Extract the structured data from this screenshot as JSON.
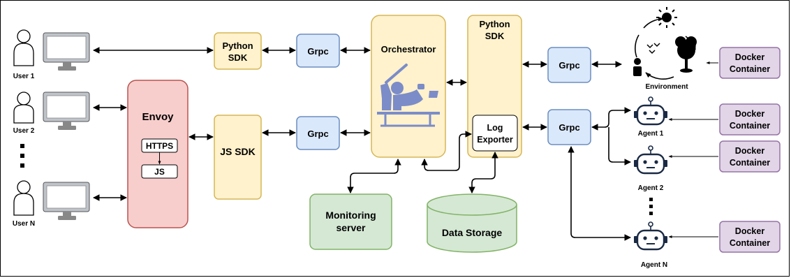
{
  "users": [
    {
      "label": "User 1"
    },
    {
      "label": "User 2"
    },
    {
      "label": "User N"
    }
  ],
  "envoy": {
    "title": "Envoy",
    "https": "HTTPS",
    "js": "JS"
  },
  "python_sdk_left": {
    "line1": "Python",
    "line2": "SDK"
  },
  "js_sdk": {
    "label": "JS SDK"
  },
  "grpc_top": {
    "label": "Grpc"
  },
  "grpc_mid": {
    "label": "Grpc"
  },
  "orchestrator": {
    "label": "Orchestrator"
  },
  "python_sdk_right": {
    "line1": "Python",
    "line2": "SDK"
  },
  "log_exporter": {
    "line1": "Log",
    "line2": "Exporter"
  },
  "grpc_env": {
    "label": "Grpc"
  },
  "grpc_agents": {
    "label": "Grpc"
  },
  "environment": {
    "label": "Environment"
  },
  "agents": [
    {
      "label": "Agent 1"
    },
    {
      "label": "Agent 2"
    },
    {
      "label": "Agent N"
    }
  ],
  "docker": [
    {
      "line1": "Docker",
      "line2": "Container"
    },
    {
      "line1": "Docker",
      "line2": "Container"
    },
    {
      "line1": "Docker",
      "line2": "Container"
    },
    {
      "line1": "Docker",
      "line2": "Container"
    }
  ],
  "monitoring": {
    "line1": "Monitoring",
    "line2": "server"
  },
  "storage": {
    "label": "Data Storage"
  },
  "colors": {
    "yellow_fill": "#fff2cc",
    "yellow_stroke": "#d6b656",
    "blue_fill": "#dae8fc",
    "blue_stroke": "#6c8ebf",
    "red_fill": "#f8cecc",
    "red_stroke": "#b85450",
    "green_fill": "#d5e8d4",
    "green_stroke": "#82b366",
    "purple_fill": "#e1d5e7",
    "purple_stroke": "#9673a6",
    "orchestrator_icon": "#7b8cc9"
  },
  "icons": [
    "user-icon",
    "monitor-icon",
    "conductor-icon",
    "sun-icon",
    "tree-icon",
    "robot-icon",
    "ellipsis-icon"
  ]
}
